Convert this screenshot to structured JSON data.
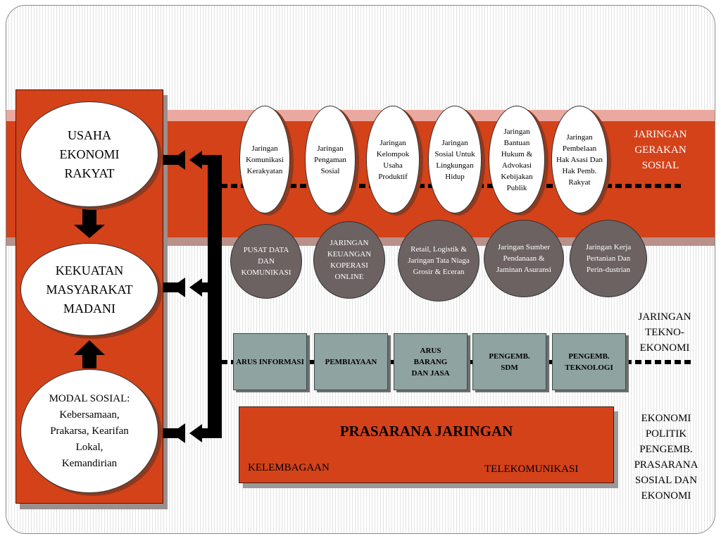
{
  "title": "",
  "left_column": {
    "usaha": "USAHA EKONOMI RAKYAT",
    "kekuatan": "KEKUATAN MASYARAKAT MADANI",
    "modal_title": "MODAL SOSIAL:",
    "modal_items": "Kebersamaan, Prakarsa, Kearifan Lokal, Kemandirian"
  },
  "social_networks": [
    "Jaringan Komunikasi Kerakyatan",
    "Jaringan Pengaman Sosial",
    "Jaringan Kelompok Usaha Produktif",
    "Jaringan Sosial Untuk Lingkungan Hidup",
    "Jaringan Bantuan Hukum & Advokasi Kebijakan Publik",
    "Jaringan Pembelaan Hak Asasi Dan Hak Pemb. Rakyat"
  ],
  "economic_networks": [
    "PUSAT DATA DAN KOMUNIKASI",
    "JARINGAN KEUANGAN KOPERASI ONLINE",
    "Retail, Logistik & Jaringan Tata Niaga Grosir & Eceran",
    "Jaringan Sumber Pendanaan & Jaminan Asuransi",
    "Jaringan Kerja Pertanian Dan Perin-dustrian"
  ],
  "flows": [
    "ARUS INFORMASI",
    "PEMBIAYAAN",
    "ARUS BARANG DAN JASA",
    "PENGEMB. SDM",
    "PENGEMB. TEKNOLOGI"
  ],
  "labels": {
    "gerakan": "JARINGAN GERAKAN SOSIAL",
    "tekno": "JARINGAN TEKNO-EKONOMI",
    "ekonomi": "EKONOMI POLITIK PENGEMB. PRASARANA SOSIAL DAN EKONOMI"
  },
  "prasarana": {
    "title": "PRASARANA JARINGAN",
    "left": "KELEMBAGAAN",
    "right": "TELEKOMUNIKASI"
  },
  "colors": {
    "accent_red": "#d4421a",
    "gray_oval": "#6b6261",
    "box_gray": "#8fa3a1"
  }
}
